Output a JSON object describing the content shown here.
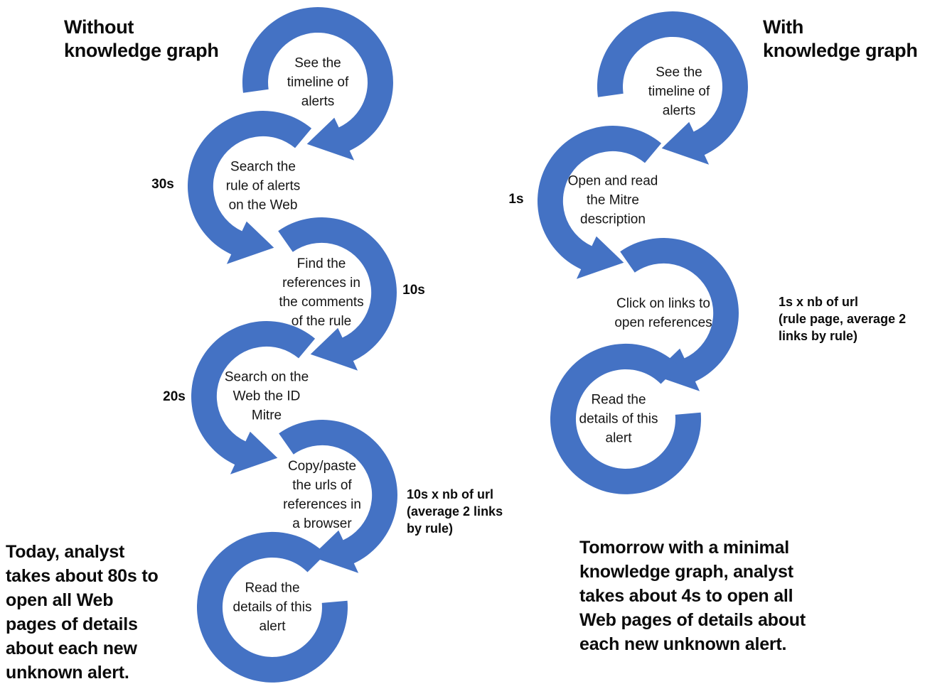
{
  "diagram": {
    "arrow_color": "#4472C4",
    "left": {
      "title": "Without\nknowledge graph",
      "summary": "Today, analyst\ntakes about 80s to\nopen all Web\npages of details\nabout each new\nunknown alert.",
      "steps": [
        {
          "label": "See the\ntimeline of\nalerts"
        },
        {
          "label": "Search the\nrule of alerts\non the Web",
          "time": "30s"
        },
        {
          "label": "Find the\nreferences in\nthe comments\nof the rule",
          "time": "10s"
        },
        {
          "label": "Search on the\nWeb the ID\nMitre",
          "time": "20s"
        },
        {
          "label": "Copy/paste\nthe urls of\nreferences in\na browser",
          "time": "10s x nb of url\n(average 2 links\nby rule)"
        },
        {
          "label": "Read the\ndetails of this\nalert"
        }
      ]
    },
    "right": {
      "title": "With\nknowledge graph",
      "summary": "Tomorrow with a minimal\nknowledge graph, analyst\ntakes about 4s to open all\nWeb pages of details about\neach new unknown alert.",
      "steps": [
        {
          "label": "See the\ntimeline of\nalerts"
        },
        {
          "label": "Open and read\nthe Mitre\ndescription",
          "time": "1s"
        },
        {
          "label": "Click on links to\nopen references",
          "time": "1s x nb of url\n(rule page, average 2\nlinks by rule)"
        },
        {
          "label": "Read the\ndetails of this\nalert"
        }
      ]
    }
  }
}
